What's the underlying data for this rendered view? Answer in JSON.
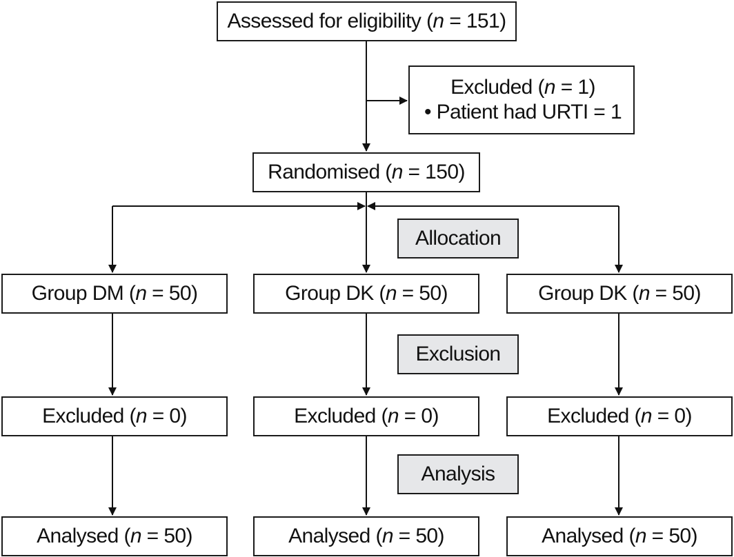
{
  "assessed": {
    "prefix": "Assessed for eligibility (",
    "var": "n",
    "suffix": " = 151)"
  },
  "excluded_top": {
    "prefix": "Excluded (",
    "var": "n",
    "suffix": " = 1)",
    "reason": "• Patient had URTI = 1"
  },
  "randomised": {
    "prefix": "Randomised (",
    "var": "n",
    "suffix": " = 150)"
  },
  "stages": {
    "allocation": "Allocation",
    "exclusion": "Exclusion",
    "analysis": "Analysis"
  },
  "groups": [
    {
      "prefix": "Group DM (",
      "var": "n",
      "suffix": " = 50)"
    },
    {
      "prefix": "Group DK (",
      "var": "n",
      "suffix": " = 50)"
    },
    {
      "prefix": "Group DK (",
      "var": "n",
      "suffix": " = 50)"
    }
  ],
  "excluded": [
    {
      "prefix": "Excluded (",
      "var": "n",
      "suffix": " = 0)"
    },
    {
      "prefix": "Excluded (",
      "var": "n",
      "suffix": " = 0)"
    },
    {
      "prefix": "Excluded (",
      "var": "n",
      "suffix": " = 0)"
    }
  ],
  "analysed": [
    {
      "prefix": "Analysed (",
      "var": "n",
      "suffix": " = 50)"
    },
    {
      "prefix": "Analysed (",
      "var": "n",
      "suffix": " = 50)"
    },
    {
      "prefix": "Analysed (",
      "var": "n",
      "suffix": " = 50)"
    }
  ]
}
